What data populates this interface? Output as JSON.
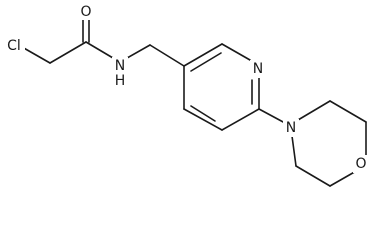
{
  "molecule": {
    "atoms": {
      "cl": "Cl",
      "o_carbonyl": "O",
      "n_amide": "N",
      "h_amide": "H",
      "n_pyridine": "N",
      "n_morpholine": "N",
      "o_morpholine": "O"
    }
  }
}
